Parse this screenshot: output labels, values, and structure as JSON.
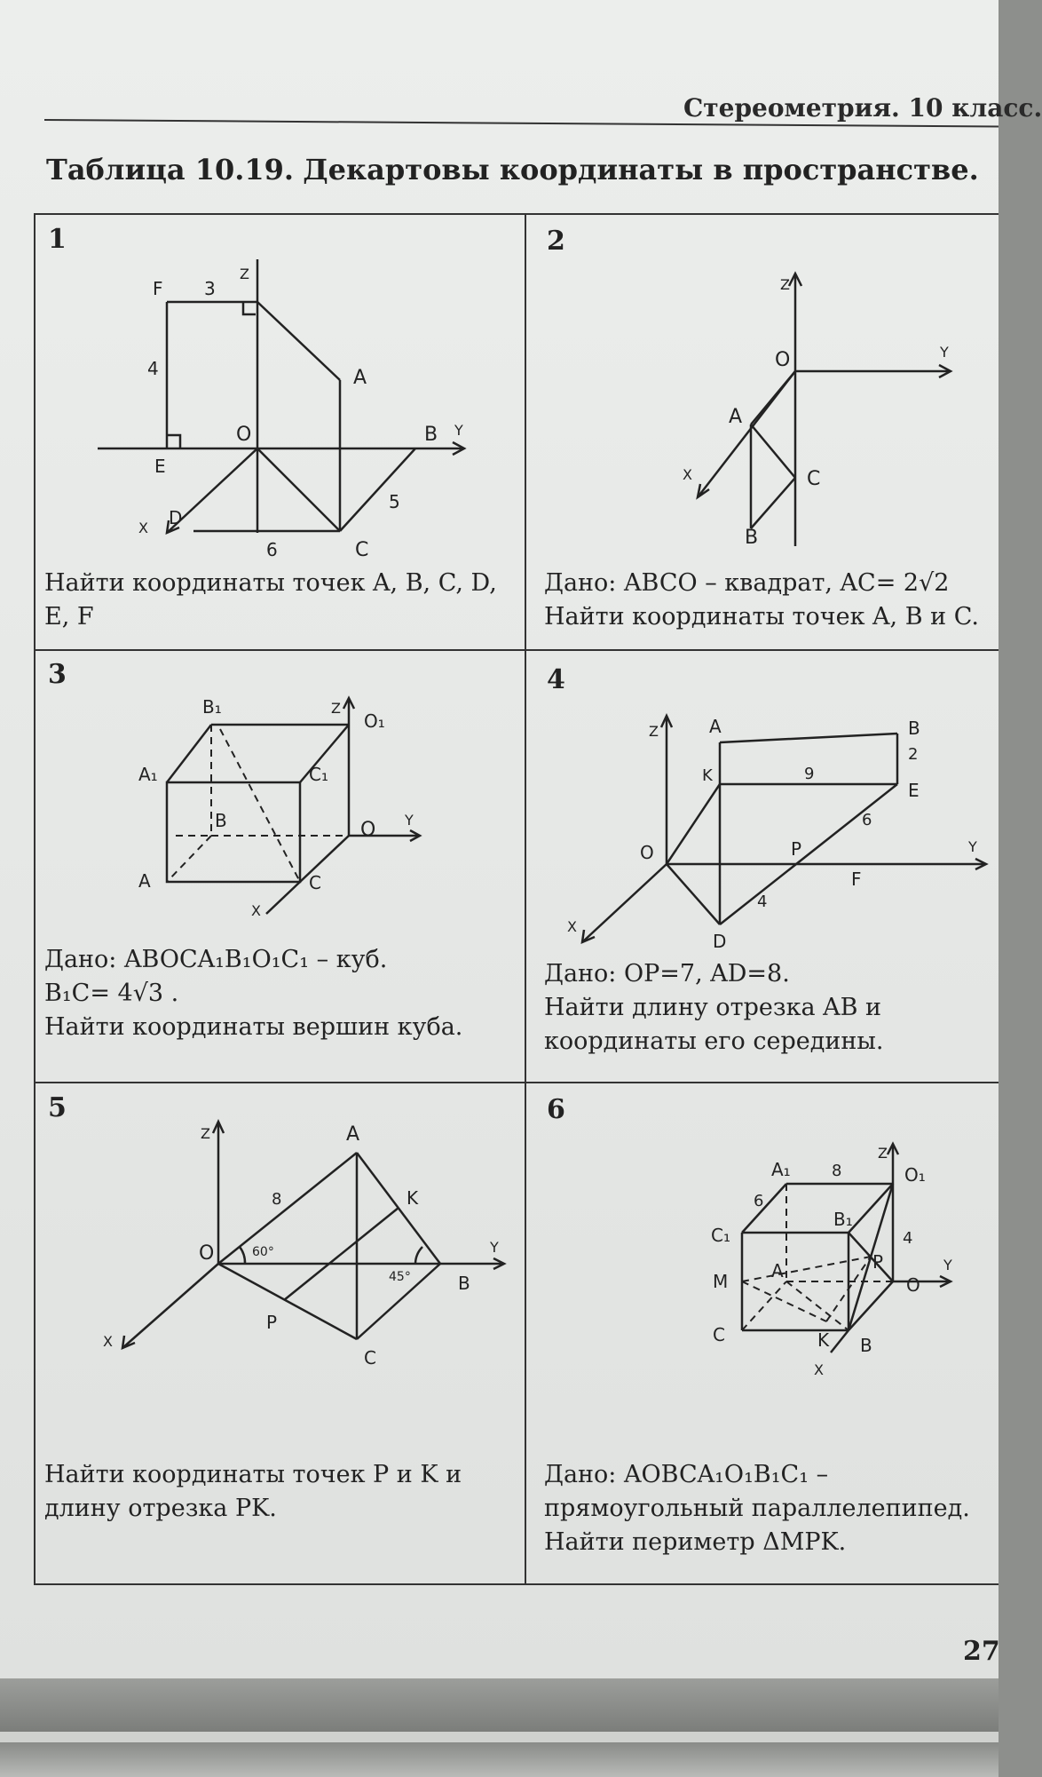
{
  "header": {
    "right": "Стереометрия. 10 класс."
  },
  "title": {
    "prefix": "Таблица 10.19.",
    "text": "Декартовы координаты в пространстве."
  },
  "cells": [
    {
      "num": "1",
      "task": [
        "Найти координаты точек A, B, C, D,",
        "E, F"
      ],
      "labels": {
        "F": "F",
        "three": "3",
        "z": "Z",
        "four": "4",
        "A": "A",
        "O": "O",
        "B": "B",
        "y": "Y",
        "E": "E",
        "D": "D",
        "five": "5",
        "x": "X",
        "six": "6",
        "C": "C"
      }
    },
    {
      "num": "2",
      "task": [
        "Дано: ABCO – квадрат, AC= 2√2",
        "Найти координаты точек A, B и C."
      ],
      "labels": {
        "z": "Z",
        "O": "O",
        "y": "Y",
        "A": "A",
        "x": "X",
        "C": "C",
        "B": "B"
      }
    },
    {
      "num": "3",
      "task": [
        "Дано: ABOCA₁B₁O₁C₁ – куб.",
        "B₁C= 4√3 .",
        "Найти координаты вершин куба."
      ],
      "labels": {
        "B1": "B₁",
        "z": "Z",
        "O1": "O₁",
        "A1": "A₁",
        "C1": "C₁",
        "B": "B",
        "O": "O",
        "y": "Y",
        "A": "A",
        "C": "C",
        "x": "X"
      }
    },
    {
      "num": "4",
      "task": [
        "Дано: OP=7, AD=8.",
        "Найти длину отрезка AB и",
        "координаты его середины."
      ],
      "labels": {
        "z": "Z",
        "A": "A",
        "B": "B",
        "two": "2",
        "K": "K",
        "nine": "9",
        "E": "E",
        "six": "6",
        "O": "O",
        "P": "P",
        "y": "Y",
        "F": "F",
        "four": "4",
        "x": "X",
        "D": "D"
      }
    },
    {
      "num": "5",
      "task": [
        "Найти координаты точек P и K и",
        "длину отрезка PK."
      ],
      "labels": {
        "z": "Z",
        "A": "A",
        "eight": "8",
        "K": "K",
        "O": "O",
        "sixty": "60°",
        "y": "Y",
        "fortyfive": "45°",
        "B": "B",
        "P": "P",
        "x": "X",
        "C": "C"
      }
    },
    {
      "num": "6",
      "task": [
        "Дано: AOBCA₁O₁B₁C₁ –",
        "прямоугольный параллелепипед.",
        "Найти периметр ΔMPK."
      ],
      "labels": {
        "z": "Z",
        "A1": "A₁",
        "eight": "8",
        "O1": "O₁",
        "six": "6",
        "B1": "B₁",
        "C1": "C₁",
        "four": "4",
        "A": "A",
        "P": "P",
        "O": "O",
        "y": "Y",
        "M": "M",
        "K": "K",
        "C": "C",
        "B": "B",
        "x": "X"
      }
    }
  ],
  "page_number": "27"
}
